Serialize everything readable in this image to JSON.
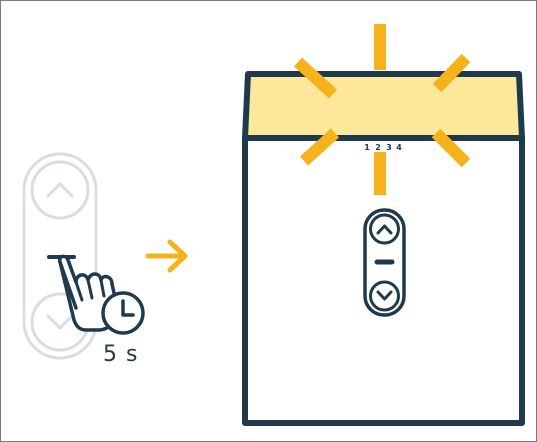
{
  "hold_duration": "5 s",
  "channel_labels": [
    "1",
    "2",
    "3",
    "4"
  ],
  "colors": {
    "outline": "#1f3a4d",
    "faded_outline": "#d9dde1",
    "flash": "#f5b21a",
    "header_fill": "#fde79a",
    "arrow": "#f5b21a",
    "border": "#7a7a7a"
  },
  "icons": [
    "chevron-up-icon",
    "stop-bar-icon",
    "chevron-down-icon",
    "pointing-hand-icon",
    "clock-icon",
    "arrow-right-icon"
  ]
}
